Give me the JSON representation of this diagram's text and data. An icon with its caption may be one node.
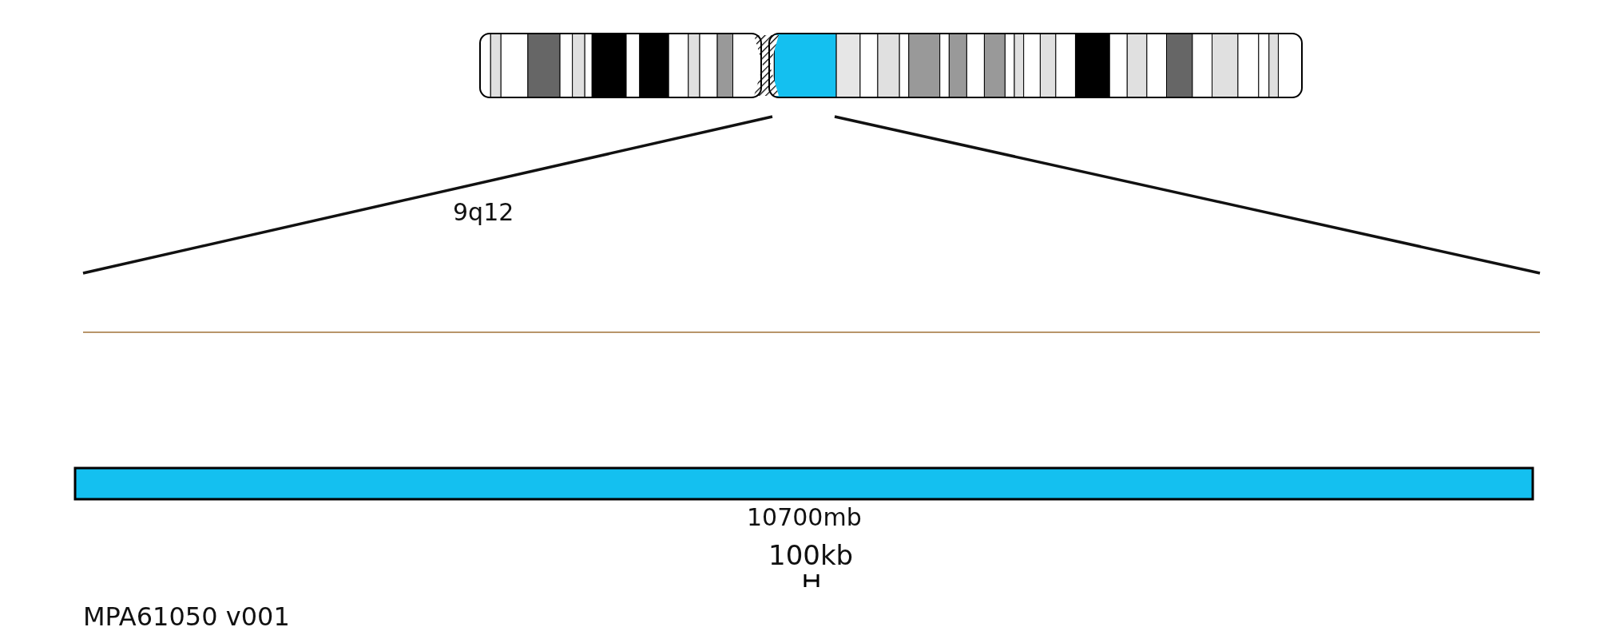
{
  "diagram": {
    "nodes": [
      {
        "text": [],
        "shape": "bar",
        "beside": [
          "10700mb"
        ]
      }
    ],
    "labels": [
      "9q12",
      "100kb",
      "MPA61050 v001"
    ]
  }
}
